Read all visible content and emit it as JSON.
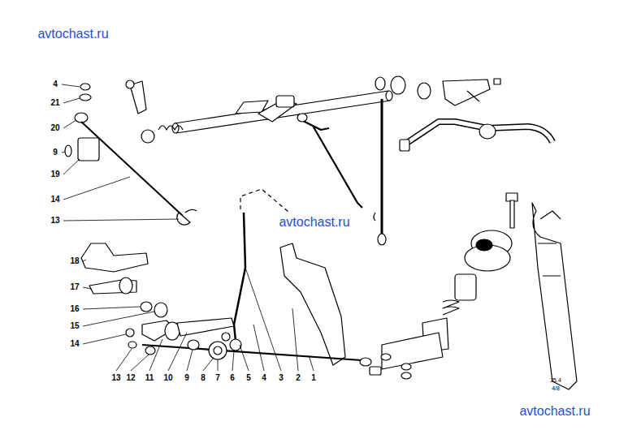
{
  "diagram": {
    "labels": [
      "avtochast.ru",
      "4",
      "21",
      "20",
      "9",
      "19",
      "14",
      "13",
      "avtochast.ru",
      "18",
      "17",
      "16",
      "15",
      "14",
      "13",
      "12",
      "11",
      "10",
      "9",
      "8",
      "7",
      "6",
      "5",
      "4",
      "3",
      "2",
      "1",
      "35.4",
      "4/8",
      "avtochast.ru"
    ]
  }
}
